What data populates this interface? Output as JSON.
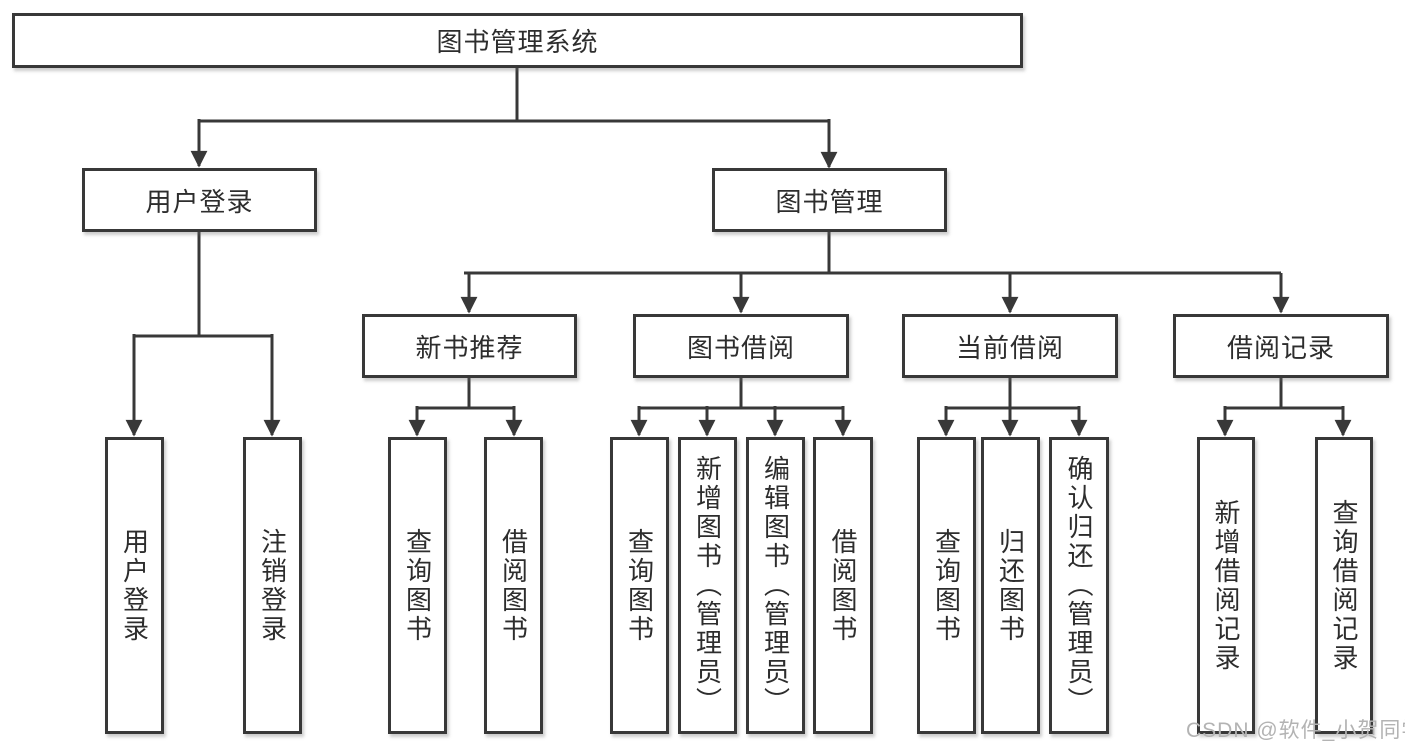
{
  "diagram_type": "hierarchy-tree",
  "colors": {
    "line": "#383838",
    "border": "#383838",
    "text": "#2d2d2d",
    "background": "#ffffff",
    "watermark": "#b3b3b3"
  },
  "tree": {
    "label": "图书管理系统",
    "children": [
      {
        "label": "用户登录",
        "children": [
          {
            "label": "用户登录"
          },
          {
            "label": "注销登录"
          }
        ]
      },
      {
        "label": "图书管理",
        "children": [
          {
            "label": "新书推荐",
            "children": [
              {
                "label": "查询图书"
              },
              {
                "label": "借阅图书"
              }
            ]
          },
          {
            "label": "图书借阅",
            "children": [
              {
                "label": "查询图书"
              },
              {
                "label": "新增图书（管理员）"
              },
              {
                "label": "编辑图书（管理员）"
              },
              {
                "label": "借阅图书"
              }
            ]
          },
          {
            "label": "当前借阅",
            "children": [
              {
                "label": "查询图书"
              },
              {
                "label": "归还图书"
              },
              {
                "label": "确认归还（管理员）"
              }
            ]
          },
          {
            "label": "借阅记录",
            "children": [
              {
                "label": "新增借阅记录"
              },
              {
                "label": "查询借阅记录"
              }
            ]
          }
        ]
      }
    ]
  },
  "watermark": {
    "text": "CSDN @软件_小贺同学"
  }
}
